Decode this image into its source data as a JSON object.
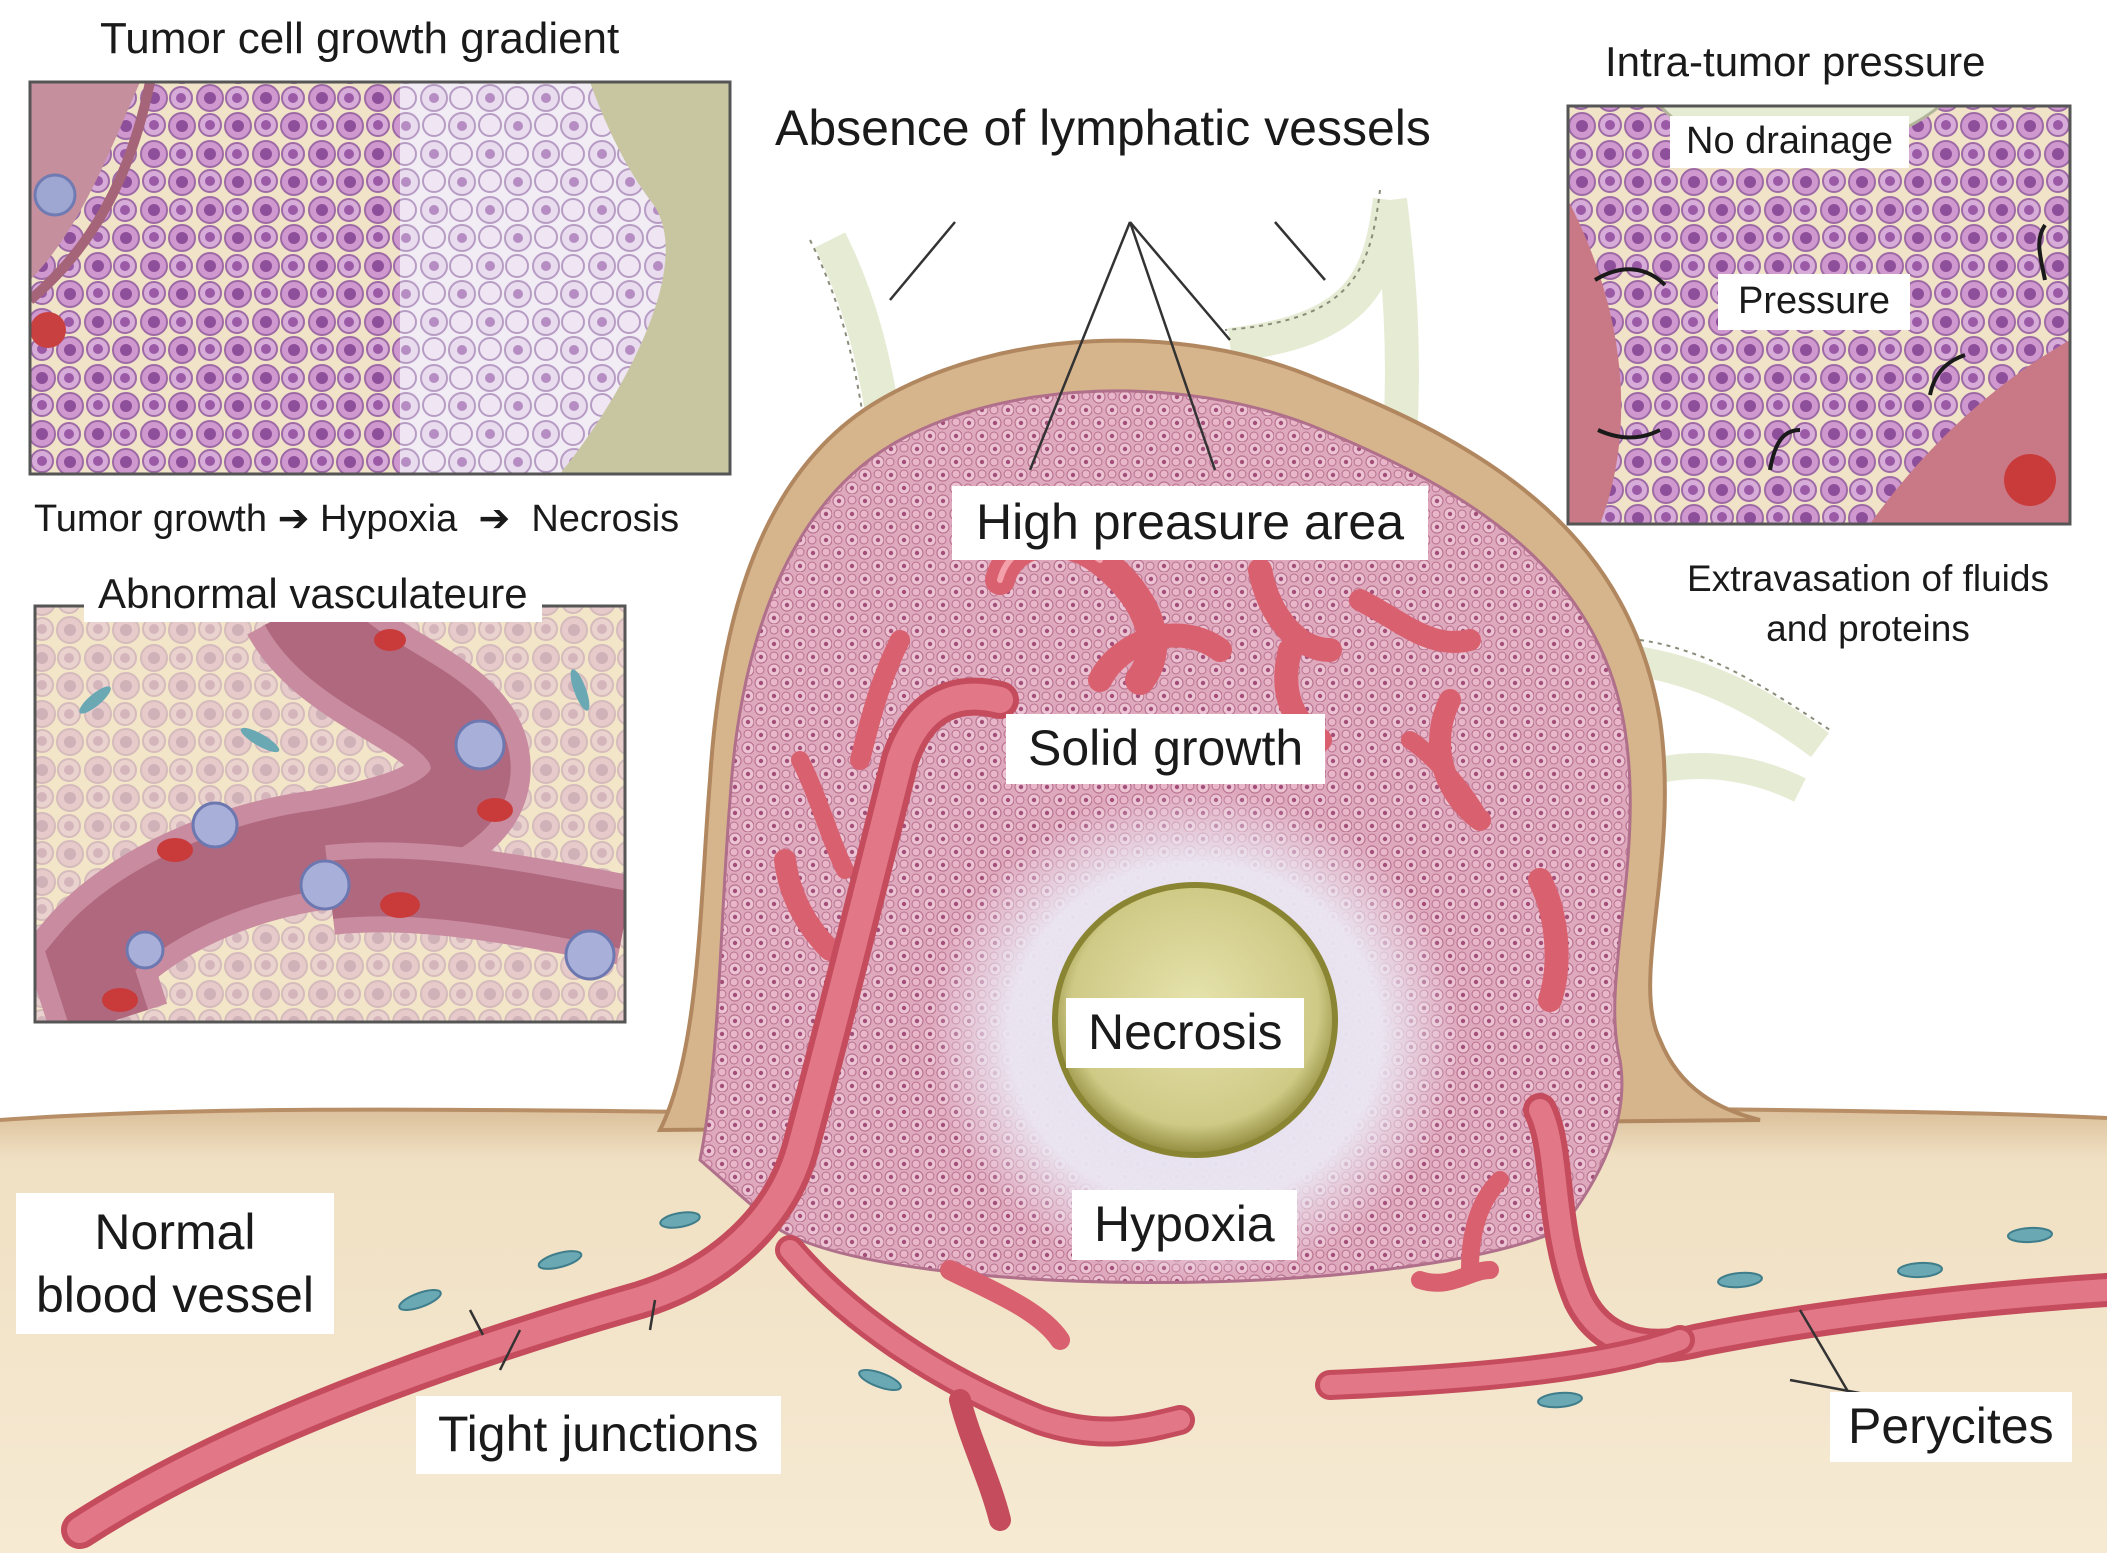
{
  "labels": {
    "growth_gradient_title": "Tumor cell growth gradient",
    "growth_sequence": {
      "step1": "Tumor growth",
      "step2": "Hypoxia",
      "step3": "Necrosis"
    },
    "abnormal_vasculature_title": "Abnormal vasculateure",
    "absence_lymphatic": "Absence of lymphatic vessels",
    "intra_tumor_pressure_title": "Intra-tumor pressure",
    "no_drainage": "No drainage",
    "pressure": "Pressure",
    "extravasation_line1": "Extravasation of fluids",
    "extravasation_line2": "and proteins",
    "high_pressure_area": "High preasure area",
    "solid_growth": "Solid growth",
    "necrosis": "Necrosis",
    "hypoxia": "Hypoxia",
    "normal_vessel_line1": "Normal",
    "normal_vessel_line2": "blood vessel",
    "tight_junctions": "Tight junctions",
    "perycites": "Perycites"
  },
  "colors": {
    "tissue": "#f1e2c4",
    "tumor_capsule": "#d3ad82",
    "tumor_cells": "#d59ab2",
    "vessel": "#d9606f",
    "vessel_highlight": "#f3a0aa",
    "hypoxic_zone": "#e6e2f0",
    "necrotic_core": "#cdc983",
    "lymphatic": "#e9eed9",
    "pericyte": "#6aa8b4",
    "tumor_nucleus": "#9a5aa6"
  }
}
